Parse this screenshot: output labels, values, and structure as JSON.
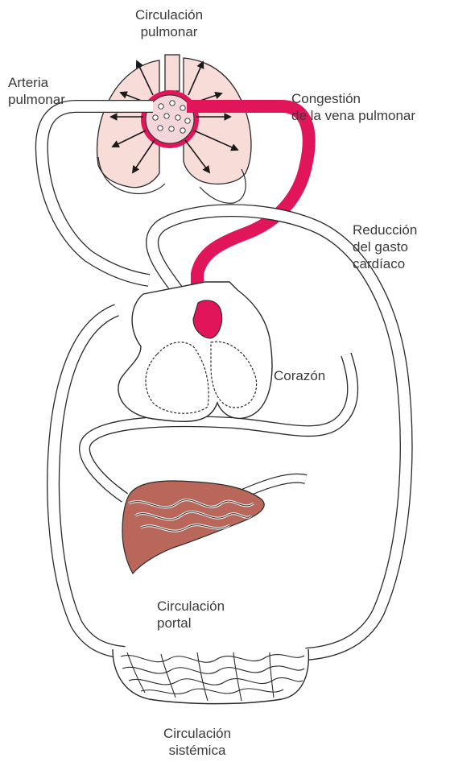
{
  "labels": {
    "pulmonary_circulation": [
      "Circulación",
      "pulmonar"
    ],
    "pulmonary_artery": [
      "Arteria",
      "pulmonar"
    ],
    "pulmonary_vein_congestion": [
      "Congestión",
      "de la vena pulmonar"
    ],
    "reduced_cardiac_output": [
      "Reducción",
      "del gasto",
      "cardíaco"
    ],
    "heart": [
      "Corazón"
    ],
    "portal_circulation": [
      "Circulación",
      "portal"
    ],
    "systemic_circulation": [
      "Circulación",
      "sistémica"
    ]
  },
  "colors": {
    "vessel_fill": "#ffffff",
    "vessel_stroke": "#2a2a2a",
    "congested_vessel": "#e0155a",
    "lung_fill": "#f7dcd7",
    "liver_fill": "#b8675a",
    "text": "#3a3a3a"
  },
  "icons": [
    "outward-arrow-icon"
  ]
}
